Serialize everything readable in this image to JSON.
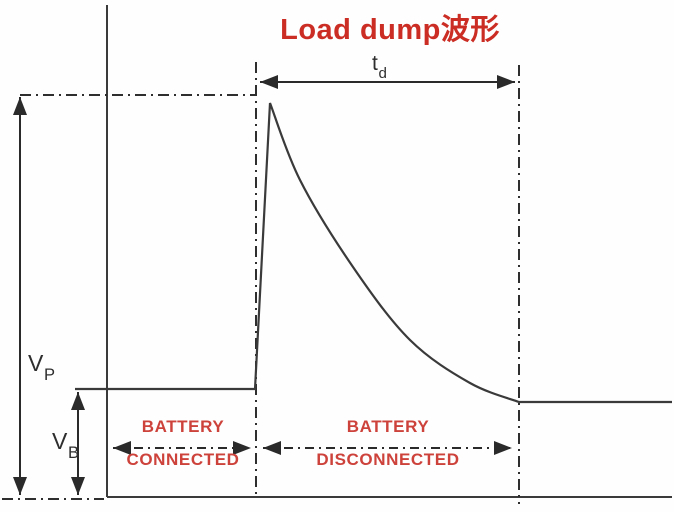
{
  "title": "Load dump波形",
  "colors": {
    "title_red": "#cb2d24",
    "label_red": "#cd423b",
    "line_dark": "#3a3a3a",
    "guide_dark": "#2e2e2e"
  },
  "labels": {
    "td": {
      "base": "t",
      "sub": "d"
    },
    "vp": {
      "base": "V",
      "sub": "P"
    },
    "vb": {
      "base": "V",
      "sub": "B"
    },
    "battery_connected": {
      "line1": "BATTERY",
      "line2": "CONNECTED"
    },
    "battery_disconnected": {
      "line1": "BATTERY",
      "line2": "DISCONNECTED"
    }
  },
  "waveform": {
    "description": "Load dump transient voltage: flat battery level VB while battery connected, steep surge to peak VP at disconnect, exponential decay over duration td, settling to a flat level after the surge",
    "segments": [
      {
        "type": "line",
        "points": [
          [
            75,
            389
          ],
          [
            255,
            389
          ],
          [
            270,
            103
          ]
        ]
      },
      {
        "type": "smooth",
        "points": [
          [
            270,
            103
          ],
          [
            300,
            180
          ],
          [
            353,
            267
          ],
          [
            410,
            340
          ],
          [
            470,
            383
          ],
          [
            519,
            402
          ]
        ]
      },
      {
        "type": "line",
        "points": [
          [
            672,
            402
          ]
        ]
      }
    ]
  }
}
